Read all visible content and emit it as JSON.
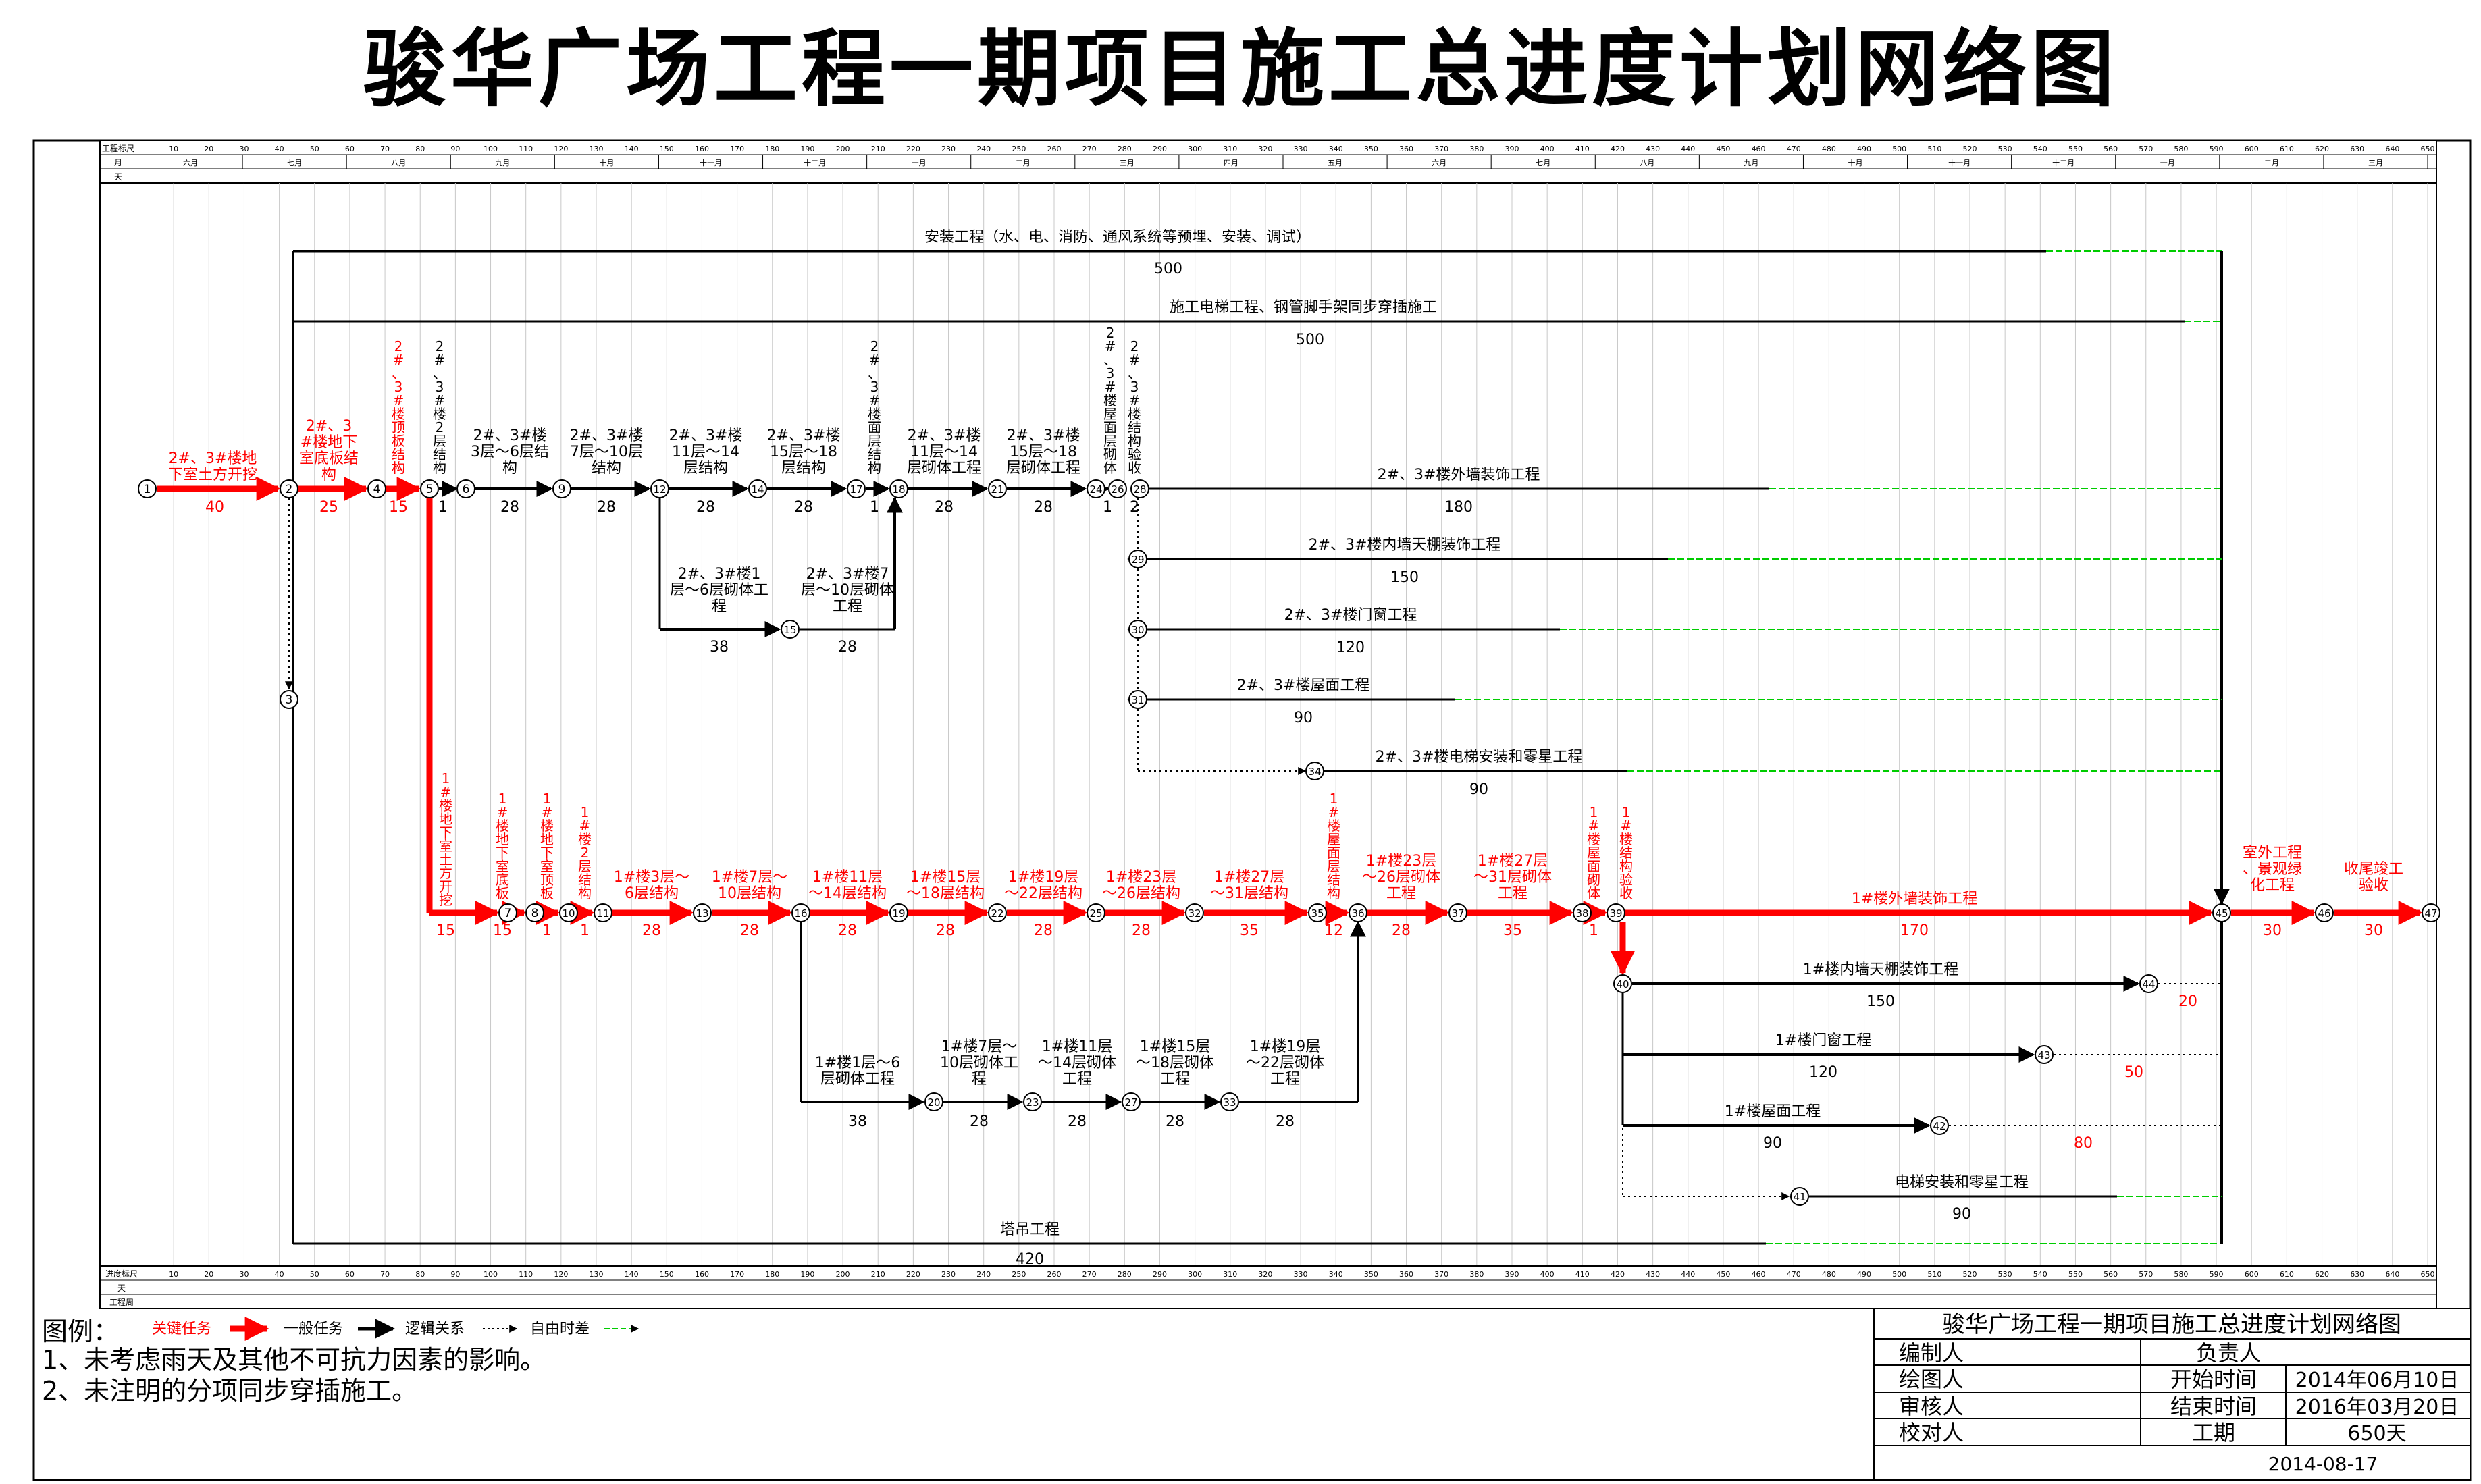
{
  "title": "骏华广场工程一期项目施工总进度计划网络图",
  "colors": {
    "critical": "#ff0000",
    "normal": "#000000",
    "slack": "#00cc00",
    "border": "#000000"
  },
  "tracks": [
    {
      "id": "t_install",
      "label": "安装工程（水、电、消防、通风系统等预埋、安装、调试）",
      "duration": "500"
    },
    {
      "id": "t_elev",
      "label": "施工电梯工程、钢管脚手架同步穿插施工",
      "duration": "500"
    },
    {
      "id": "t_crane",
      "label": "塔吊工程",
      "duration": "420"
    }
  ],
  "nodes": [
    "1",
    "2",
    "3",
    "4",
    "5",
    "6",
    "7",
    "8",
    "9",
    "10",
    "11",
    "12",
    "13",
    "14",
    "15",
    "16",
    "17",
    "18",
    "19",
    "20",
    "21",
    "22",
    "23",
    "24",
    "25",
    "26",
    "27",
    "28",
    "29",
    "30",
    "31",
    "32",
    "33",
    "34",
    "35",
    "36",
    "37",
    "38",
    "39",
    "40",
    "41",
    "42",
    "43",
    "44",
    "45",
    "46",
    "47"
  ],
  "tasks": [
    {
      "id": "a1_2",
      "label": "2#、3#楼地下室土方开挖",
      "duration": "40",
      "critical": true
    },
    {
      "id": "a2_4",
      "label": "2#、3#楼地下室底板结构",
      "duration": "25",
      "critical": true
    },
    {
      "id": "a4_5",
      "label": "2#、3#楼顶板结构",
      "duration": "15",
      "critical": true
    },
    {
      "id": "a5_6",
      "label": "2#、3#楼2层结构",
      "duration": "1",
      "critical": false
    },
    {
      "id": "a6_9",
      "label": "2#、3#楼3层～6层结构",
      "duration": "28",
      "critical": false
    },
    {
      "id": "a9_12",
      "label": "2#、3#楼7层～10层结构",
      "duration": "28",
      "critical": false
    },
    {
      "id": "a12_14",
      "label": "2#、3#楼11层～14层结构",
      "duration": "28",
      "critical": false
    },
    {
      "id": "a14_17",
      "label": "2#、3#楼15层～18层结构",
      "duration": "28",
      "critical": false
    },
    {
      "id": "a17_18",
      "label": "2#、3#楼面层结构",
      "duration": "1",
      "critical": false
    },
    {
      "id": "a18_21",
      "label": "2#、3#楼11层～14层砌体工程",
      "duration": "28",
      "critical": false
    },
    {
      "id": "a21_24",
      "label": "2#、3#楼15层～18层砌体工程",
      "duration": "28",
      "critical": false
    },
    {
      "id": "a24_26",
      "label": "2#、3#楼屋面层砌体",
      "duration": "1",
      "critical": false
    },
    {
      "id": "a26_28",
      "label": "2#、3#楼结构验收",
      "duration": "2",
      "critical": false
    },
    {
      "id": "a12_15",
      "label": "2#、3#楼1层～6层砌体工程",
      "duration": "38",
      "critical": false
    },
    {
      "id": "a15_18",
      "label": "2#、3#楼7层～10层砌体工程",
      "duration": "28",
      "critical": false
    },
    {
      "id": "a28_e",
      "label": "2#、3#楼外墙装饰工程",
      "duration": "180",
      "critical": false
    },
    {
      "id": "a29_e",
      "label": "2#、3#楼内墙天棚装饰工程",
      "duration": "150",
      "critical": false
    },
    {
      "id": "a30_e",
      "label": "2#、3#楼门窗工程",
      "duration": "120",
      "critical": false
    },
    {
      "id": "a31_e",
      "label": "2#、3#楼屋面工程",
      "duration": "90",
      "critical": false
    },
    {
      "id": "a34_e",
      "label": "2#、3#楼电梯安装和零星工程",
      "duration": "90",
      "critical": false
    },
    {
      "id": "b5_7",
      "label": "1#楼地下室土方开挖",
      "duration": "15",
      "critical": true
    },
    {
      "id": "b7_8",
      "label": "1#楼地下室底板",
      "duration": "15",
      "critical": true
    },
    {
      "id": "b8_10",
      "label": "1#楼地下室顶板",
      "duration": "1",
      "critical": true
    },
    {
      "id": "b10_11",
      "label": "1#楼2层结构",
      "duration": "1",
      "critical": true
    },
    {
      "id": "b11_13",
      "label": "1#楼3层～6层结构",
      "duration": "28",
      "critical": true
    },
    {
      "id": "b13_16",
      "label": "1#楼7层～10层结构",
      "duration": "28",
      "critical": true
    },
    {
      "id": "b16_19",
      "label": "1#楼11层～14层结构",
      "duration": "28",
      "critical": true
    },
    {
      "id": "b19_22",
      "label": "1#楼15层～18层结构",
      "duration": "28",
      "critical": true
    },
    {
      "id": "b22_25",
      "label": "1#楼19层～22层结构",
      "duration": "28",
      "critical": true
    },
    {
      "id": "b25_32",
      "label": "1#楼23层～26层结构",
      "duration": "28",
      "critical": true
    },
    {
      "id": "b32_35",
      "label": "1#楼27层～31层结构",
      "duration": "35",
      "critical": true
    },
    {
      "id": "b35_36",
      "label": "1#楼屋面层结构",
      "duration": "12",
      "critical": true
    },
    {
      "id": "b36_37",
      "label": "1#楼23层～26层砌体工程",
      "duration": "28",
      "critical": true
    },
    {
      "id": "b37_38",
      "label": "1#楼27层～31层砌体工程",
      "duration": "35",
      "critical": true
    },
    {
      "id": "b38_39",
      "label": "1#楼屋面砌体",
      "duration": "1",
      "critical": true
    },
    {
      "id": "b39_40",
      "label": "1#楼结构验收",
      "duration": "1",
      "critical": true
    },
    {
      "id": "b39_45",
      "label": "1#楼外墙装饰工程",
      "duration": "170",
      "critical": true
    },
    {
      "id": "b45_46",
      "label": "室外工程、景观绿化工程",
      "duration": "30",
      "critical": true
    },
    {
      "id": "b46_47",
      "label": "收尾竣工验收",
      "duration": "30",
      "critical": true
    },
    {
      "id": "c16_20",
      "label": "1#楼1层～6层砌体工程",
      "duration": "38",
      "critical": false
    },
    {
      "id": "c20_23",
      "label": "1#楼7层～10层砌体工程",
      "duration": "28",
      "critical": false
    },
    {
      "id": "c23_27",
      "label": "1#楼11层～14层砌体工程",
      "duration": "28",
      "critical": false
    },
    {
      "id": "c27_33",
      "label": "1#楼15层～18层砌体工程",
      "duration": "28",
      "critical": false
    },
    {
      "id": "c33_36",
      "label": "1#楼19层～22层砌体工程",
      "duration": "28",
      "critical": false
    },
    {
      "id": "c40_44",
      "label": "1#楼内墙天棚装饰工程",
      "duration": "150",
      "critical": false
    },
    {
      "id": "c40_43",
      "label": "1#楼门窗工程",
      "duration": "120",
      "critical": false
    },
    {
      "id": "c40_42",
      "label": "1#楼屋面工程",
      "duration": "90",
      "critical": false
    },
    {
      "id": "c41_e",
      "label": "电梯安装和零星工程",
      "duration": "90",
      "critical": false
    }
  ],
  "free_floats": [
    {
      "id": "f44",
      "value": "20"
    },
    {
      "id": "f43",
      "value": "50"
    },
    {
      "id": "f42",
      "value": "80"
    }
  ],
  "legend": {
    "title": "图例：",
    "critical_label": "关键任务",
    "normal_label": "一般任务",
    "logic_label": "逻辑关系",
    "float_label": "自由时差",
    "note1": "1、未考虑雨天及其他不可抗力因素的影响。",
    "note2": "2、未注明的分项同步穿插施工。"
  },
  "title_block": {
    "title": "骏华广场工程一期项目施工总进度计划网络图",
    "editor_label": "编制人",
    "responsible_label": "负责人",
    "drawer_label": "绘图人",
    "start_label": "开始时间",
    "start_value": "2014年06月10日",
    "reviewer_label": "审核人",
    "end_label": "结束时间",
    "end_value": "2016年03月20日",
    "checker_label": "校对人",
    "duration_label": "工期",
    "duration_value": "650天",
    "date": "2014-08-17"
  },
  "scale": {
    "row1_label": "工程标尺",
    "row2_label": "月",
    "row3_label": "天",
    "bottom_row1_label": "进度标尺",
    "bottom_row2_label": "天",
    "bottom_row3_label": "工程周",
    "months": [
      "六月",
      "七月",
      "八月",
      "九月",
      "十月",
      "十一月",
      "十二月",
      "一月",
      "二月",
      "三月",
      "四月",
      "五月",
      "六月",
      "七月",
      "八月",
      "九月",
      "十月",
      "十一月",
      "十二月",
      "一月",
      "二月",
      "三月"
    ],
    "ticks": [
      "10",
      "20",
      "30",
      "40",
      "50",
      "60",
      "70",
      "80",
      "90",
      "100",
      "110",
      "120",
      "130",
      "140",
      "150",
      "160",
      "170",
      "180",
      "190",
      "200",
      "210",
      "220",
      "230",
      "240",
      "250",
      "260",
      "270",
      "280",
      "290",
      "300",
      "310",
      "320",
      "330",
      "340",
      "350",
      "360",
      "370",
      "380",
      "390",
      "400",
      "410",
      "420",
      "430",
      "440",
      "450",
      "460",
      "470",
      "480",
      "490",
      "500",
      "510",
      "520",
      "530",
      "540",
      "550",
      "560",
      "570",
      "580",
      "590",
      "600",
      "610",
      "620",
      "630",
      "640",
      "650"
    ]
  }
}
